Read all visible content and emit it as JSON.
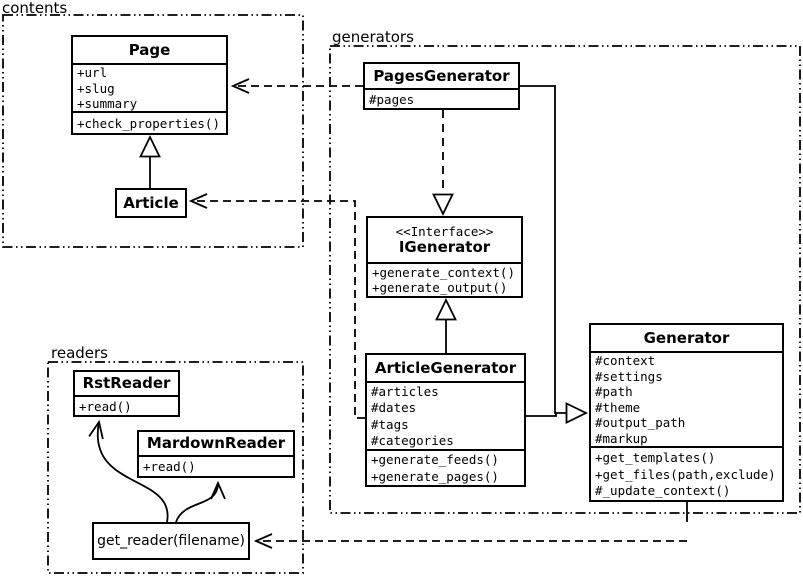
{
  "packages": {
    "contents": {
      "label": "contents"
    },
    "generators": {
      "label": "generators"
    },
    "readers": {
      "label": "readers"
    }
  },
  "classes": {
    "page": {
      "name": "Page",
      "attributes": [
        "+url",
        "+slug",
        "+summary"
      ],
      "methods": [
        "+check_properties()"
      ]
    },
    "article": {
      "name": "Article"
    },
    "pages_generator": {
      "name": "PagesGenerator",
      "attributes": [
        "#pages"
      ]
    },
    "igenerator": {
      "stereotype": "<<Interface>>",
      "name": "IGenerator",
      "methods": [
        "+generate_context()",
        "+generate_output()"
      ]
    },
    "article_generator": {
      "name": "ArticleGenerator",
      "attributes": [
        "#articles",
        "#dates",
        "#tags",
        "#categories"
      ],
      "methods": [
        "+generate_feeds()",
        "+generate_pages()"
      ]
    },
    "generator": {
      "name": "Generator",
      "attributes": [
        "#context",
        "#settings",
        "#path",
        "#theme",
        "#output_path",
        "#markup"
      ],
      "methods": [
        "+get_templates()",
        "+get_files(path,exclude)",
        "#_update_context()"
      ]
    },
    "rst_reader": {
      "name": "RstReader",
      "methods": [
        "+read()"
      ]
    },
    "markdown_reader": {
      "name": "MardownReader",
      "methods": [
        "+read()"
      ]
    },
    "get_reader": {
      "name": "get_reader(filename)"
    }
  },
  "colors": {
    "stroke": "#000000",
    "background": "#ffffff"
  }
}
